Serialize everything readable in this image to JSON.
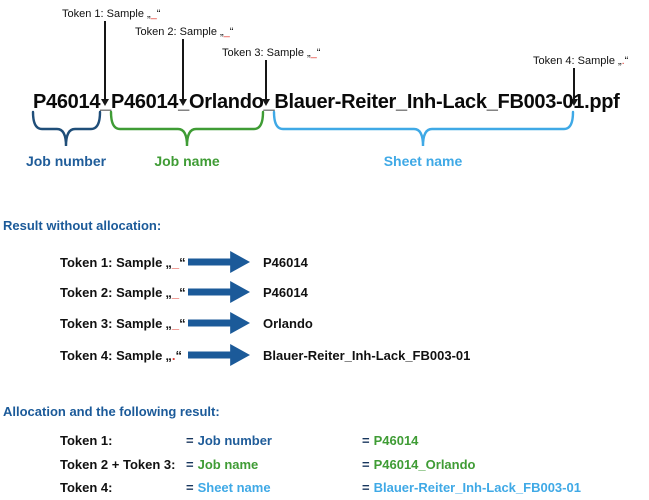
{
  "colors": {
    "heading-blue": "#1b5a99",
    "steel-blue": "#1f5c99",
    "brace-darkblue": "#1f4e79",
    "green": "#3f9c35",
    "light-blue": "#3fa9e6",
    "arrow-blue": "#1b5a99",
    "red": "#e03c31",
    "navy-eq": "#17365d"
  },
  "quotes": {
    "open": "„",
    "close": "“"
  },
  "filename": {
    "text": "P46014_P46014_Orlando_Blauer-Reiter_Inh-Lack_FB003-01.ppf"
  },
  "tokens": [
    {
      "label": "Token 1: Sample",
      "sample": "_"
    },
    {
      "label": "Token 2: Sample",
      "sample": "_"
    },
    {
      "label": "Token 3: Sample",
      "sample": "_"
    },
    {
      "label": "Token 4: Sample",
      "sample": "."
    }
  ],
  "segments": [
    {
      "label": "Job number"
    },
    {
      "label": "Job name"
    },
    {
      "label": "Sheet name"
    }
  ],
  "result_section": {
    "heading": "Result without allocation:",
    "rows": [
      {
        "label": "Token 1: Sample",
        "sample": "_",
        "value": "P46014"
      },
      {
        "label": "Token 2: Sample",
        "sample": "_",
        "value": "P46014"
      },
      {
        "label": "Token 3: Sample",
        "sample": "_",
        "value": "Orlando"
      },
      {
        "label": "Token 4: Sample",
        "sample": ".",
        "value": "Blauer-Reiter_Inh-Lack_FB003-01"
      }
    ]
  },
  "allocation_section": {
    "heading": "Allocation and the following result:",
    "equals": "=",
    "rows": [
      {
        "token": "Token 1:",
        "field": "Job number",
        "value": "P46014"
      },
      {
        "token": "Token 2 + Token 3:",
        "field": "Job name",
        "value": "P46014_Orlando"
      },
      {
        "token": "Token 4:",
        "field": "Sheet name",
        "value": "Blauer-Reiter_Inh-Lack_FB003-01"
      }
    ]
  }
}
